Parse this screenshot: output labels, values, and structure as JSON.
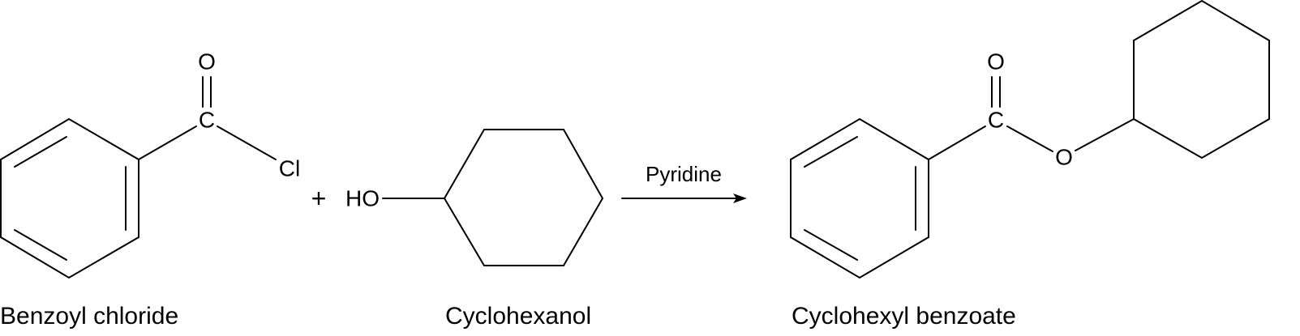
{
  "reaction": {
    "reactant1": {
      "name": "Benzoyl chloride",
      "atoms": {
        "carbonyl_c": "C",
        "carbonyl_o": "O",
        "chlorine": "Cl"
      }
    },
    "plus": "+",
    "reactant2": {
      "name": "Cyclohexanol",
      "atoms": {
        "hydroxyl": "HO"
      }
    },
    "arrow": {
      "reagent": "Pyridine"
    },
    "product": {
      "name": "Cyclohexyl benzoate",
      "atoms": {
        "carbonyl_c": "C",
        "carbonyl_o": "O",
        "ester_o": "O"
      }
    }
  }
}
